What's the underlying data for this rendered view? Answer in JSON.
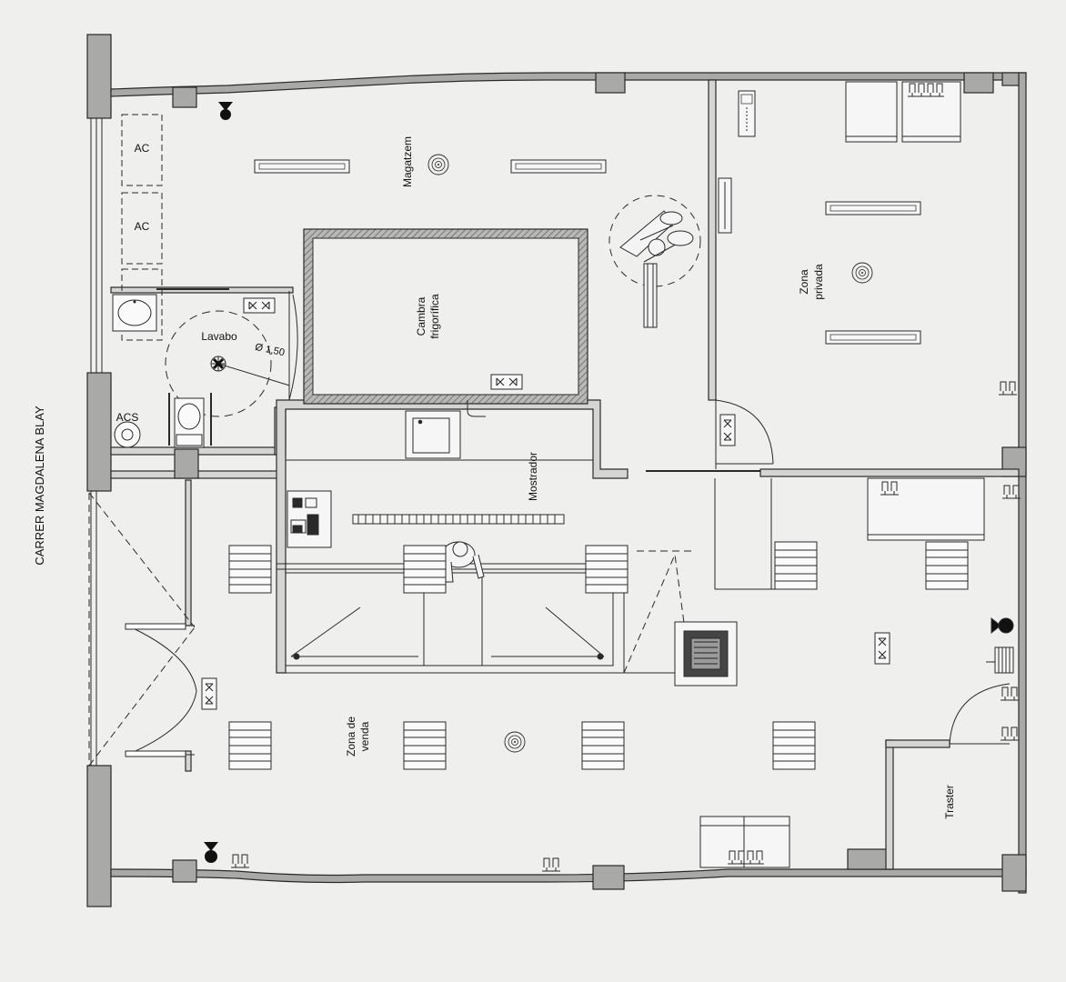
{
  "street_label": "CARRER MAGDALENA BLAY",
  "rooms": {
    "magatzem": "Magatzem",
    "cambra_line1": "Cambra",
    "cambra_line2": "frigorífica",
    "zona_privada_line1": "Zona",
    "zona_privada_line2": "privada",
    "lavabo": "Lavabo",
    "mostrador": "Mostrador",
    "zona_venda_line1": "Zona de",
    "zona_venda_line2": "venda",
    "traster": "Traster"
  },
  "equipment": {
    "ac_1": "AC",
    "ac_2": "AC",
    "acs": "ACS",
    "turning_circle": "Ø 1,50"
  },
  "colors": {
    "background": "#efefed",
    "line": "#2a2a2a",
    "wall_fill": "#a9a9a7",
    "hatch": "#555555"
  }
}
